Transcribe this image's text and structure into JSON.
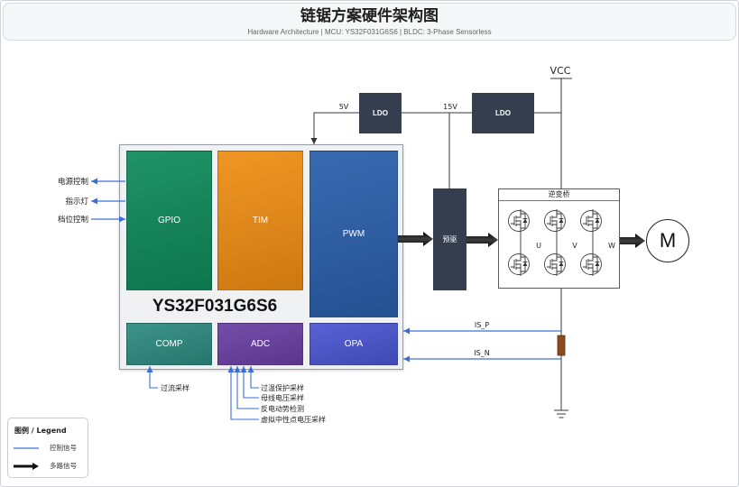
{
  "header": {
    "title": "链锯方案硬件架构图",
    "subtitle": "Hardware Architecture | MCU: YS32F031G6S6 | BLDC: 3-Phase Sensorless"
  },
  "mcu": {
    "part_number": "YS32F031G6S6",
    "peripherals": {
      "gpio": "GPIO",
      "tim": "TIM",
      "pwm": "PWM",
      "comp": "COMP",
      "adc": "ADC",
      "opa": "OPA"
    }
  },
  "gpio_signals": [
    "电源控制",
    "指示灯",
    "档位控制"
  ],
  "power": {
    "vcc": "VCC",
    "ldo_5v": "LDO",
    "ldo_15v": "LDO",
    "rail_15v": "15V",
    "rail_5v": "5V"
  },
  "predriver": "预驱",
  "inverter": {
    "title": "逆变桥",
    "phases": [
      "U",
      "V",
      "W"
    ]
  },
  "motor": "M",
  "current_sense": {
    "positive": "IS_P",
    "negative": "IS_N"
  },
  "comp_inputs": [
    "过流采样"
  ],
  "adc_inputs": [
    "过温保护采样",
    "母线电压采样",
    "反电动势检测",
    "虚拟中性点电压采样"
  ],
  "legend": {
    "title": "图例 / Legend",
    "control_signal": "控制信号",
    "multi_signal": "多路信号"
  },
  "colors": {
    "gpio": "#0f8a5c",
    "tim": "#f08e14",
    "pwm": "#2a5fab",
    "comp": "#2e8b80",
    "adc": "#6a40a4",
    "opa": "#4b56d2",
    "dark_box": "#343e4f",
    "control_signal": "#3b6fd6",
    "resistor": "#8b4a1c"
  },
  "icons": {
    "switch": "mosfet-icon",
    "ground": "ground-icon",
    "resistor": "resistor-icon"
  }
}
